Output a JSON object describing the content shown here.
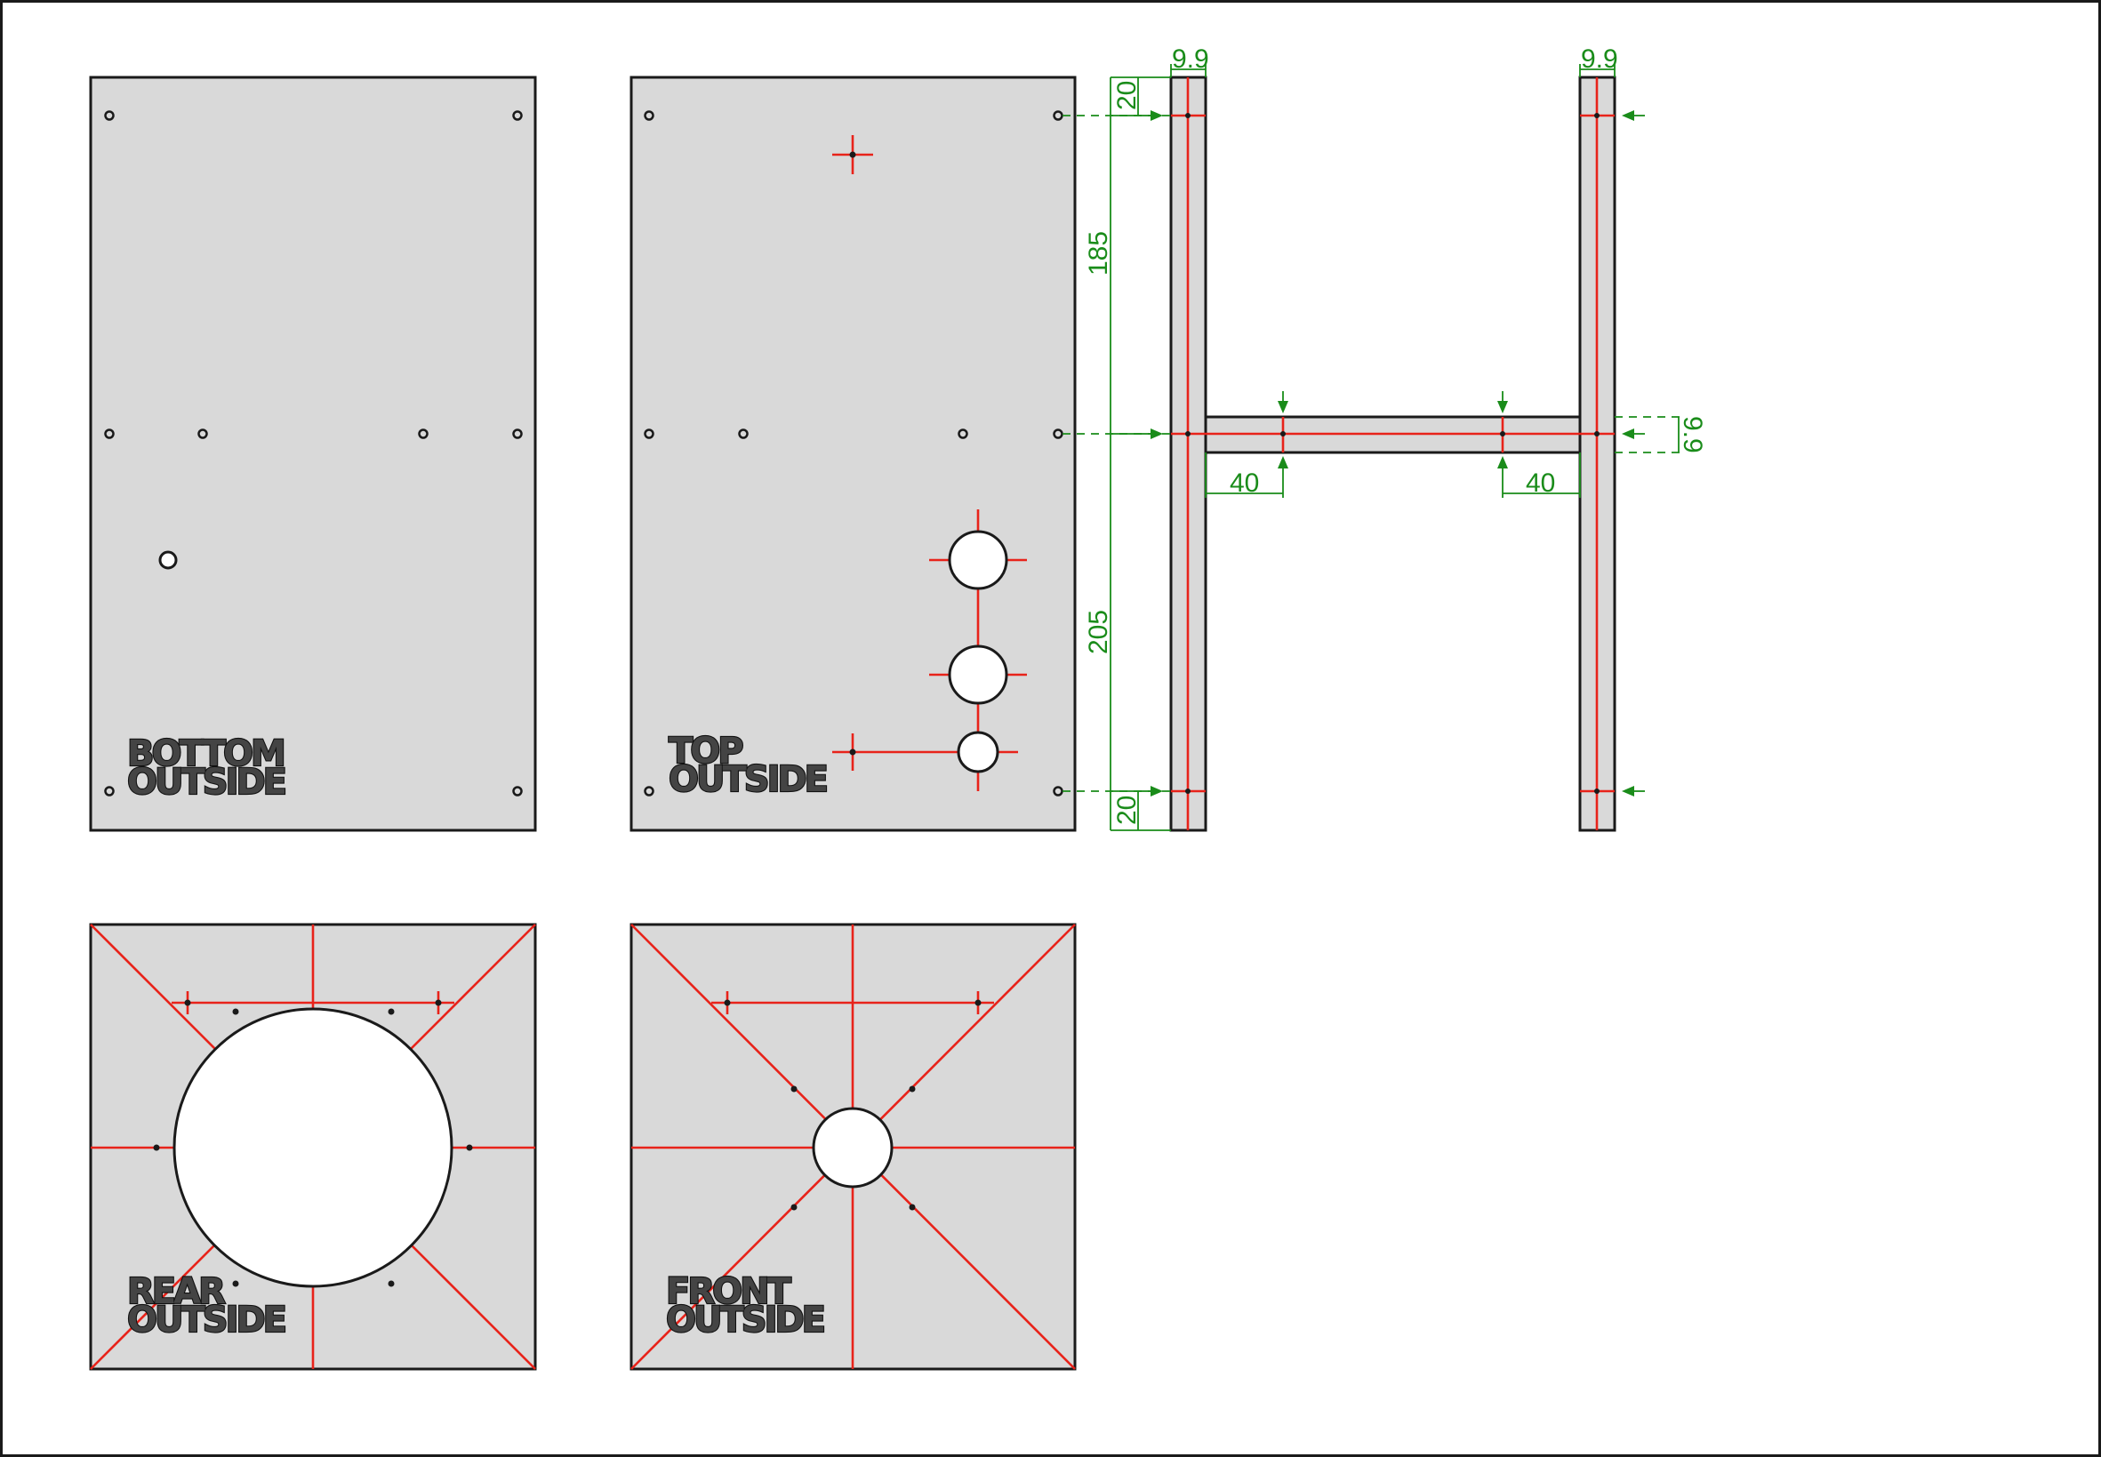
{
  "panels": {
    "bottom": {
      "line1": "BOTTOM",
      "line2": "OUTSIDE"
    },
    "top": {
      "line1": "TOP",
      "line2": "OUTSIDE"
    },
    "rear": {
      "line1": "REAR",
      "line2": "OUTSIDE"
    },
    "front": {
      "line1": "FRONT",
      "line2": "OUTSIDE"
    }
  },
  "dimensions": {
    "thickness_left": "9.9",
    "thickness_right": "9.9",
    "thickness_side": "9.9",
    "edge_top": "20",
    "edge_bottom": "20",
    "upper_span": "185",
    "lower_span": "205",
    "inset_left": "40",
    "inset_right": "40"
  },
  "colors": {
    "panel_fill": "#d9d9d9",
    "outline": "#1a1a1a",
    "centerline": "#e8231a",
    "dimension": "#1a8c1a"
  }
}
